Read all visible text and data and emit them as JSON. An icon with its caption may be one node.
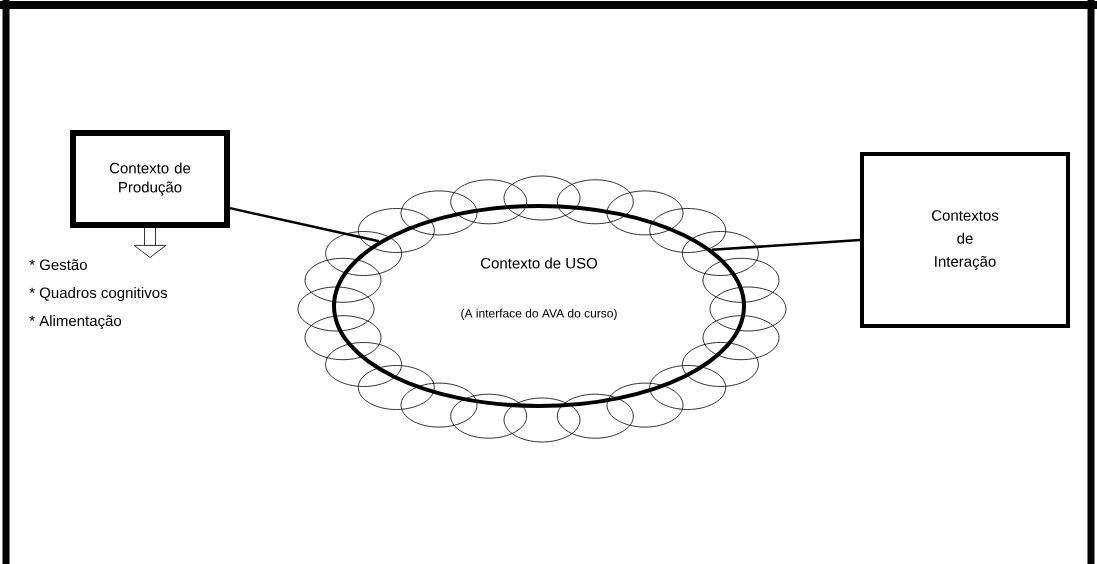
{
  "diagram": {
    "nodes": [
      {
        "text": [
          "Contexto de Produção"
        ]
      },
      {
        "text": [
          "Contexto de USO",
          "(A interface do AVA do curso)"
        ]
      },
      {
        "text": [
          "Contextos de Interação"
        ]
      },
      {
        "text": [
          "* Gestão",
          "* Quadros cognitivos",
          "* Alimentação"
        ]
      }
    ],
    "edges": [
      {
        "from": 0,
        "to": 1,
        "arrow": "none"
      },
      {
        "from": 1,
        "to": 2,
        "arrow": "none"
      },
      {
        "from": 0,
        "to": 3,
        "arrow": "to",
        "style": "thick"
      }
    ]
  }
}
